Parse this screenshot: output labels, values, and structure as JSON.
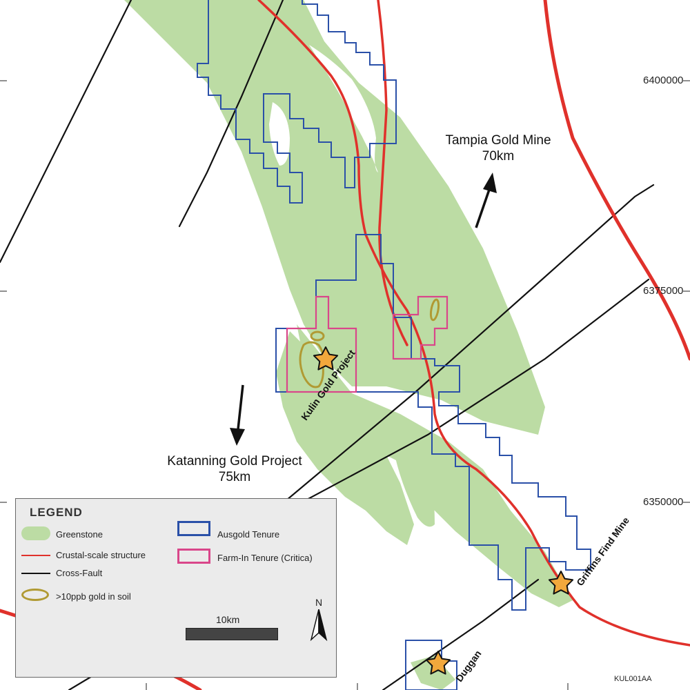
{
  "map": {
    "northing_labels": [
      "6400000",
      "6375000",
      "6350000"
    ],
    "colors": {
      "greenstone": "#bcdca4",
      "crustal": "#e0312b",
      "fault": "#111111",
      "ausgold": "#2a50a8",
      "farmin": "#d9468a",
      "gold_soil": "#b09a33",
      "star_fill": "#f2a83c"
    },
    "labels": {
      "tampia_name": "Tampia Gold Mine",
      "tampia_dist": "70km",
      "katanning_name": "Katanning Gold Project",
      "katanning_dist": "75km",
      "kulin": "Kulin Gold Project",
      "griffins": "Griffins Find Mine",
      "duggan": "Duggan",
      "figure_ref": "KUL001AA"
    }
  },
  "legend": {
    "title": "LEGEND",
    "items": {
      "greenstone": "Greenstone",
      "crustal": "Crustal-scale structure",
      "fault": "Cross-Fault",
      "gold": ">10ppb gold in soil",
      "ausgold": "Ausgold Tenure",
      "farmin": "Farm-In Tenure (Critica)"
    },
    "scale_label": "10km",
    "north_label": "N"
  }
}
